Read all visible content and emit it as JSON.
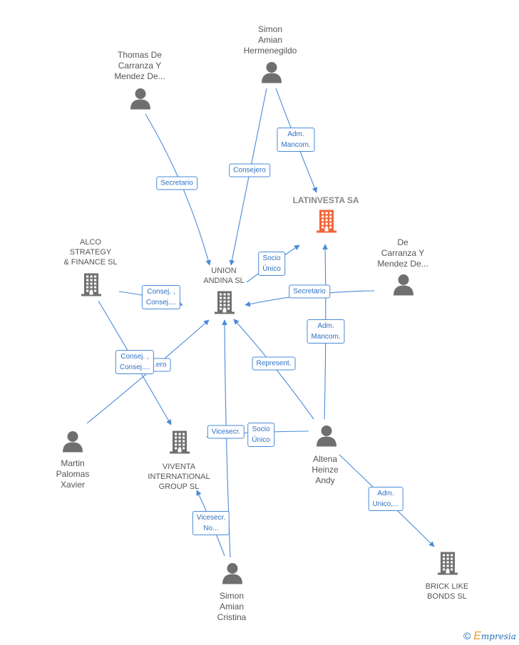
{
  "nodes": [
    {
      "id": "thomas",
      "type": "person",
      "label": "Thomas De\nCarranza Y\nMendez De..."
    },
    {
      "id": "simon_amian_h",
      "type": "person",
      "label": "Simon\nAmian\nHermenegildo"
    },
    {
      "id": "latinvesta",
      "type": "company",
      "highlight": true,
      "label": "LATINVESTA SA"
    },
    {
      "id": "alco",
      "type": "company",
      "label": "ALCO\nSTRATEGY\n& FINANCE SL"
    },
    {
      "id": "union_andina",
      "type": "company",
      "label": "UNION\nANDINA SL"
    },
    {
      "id": "de_carranza",
      "type": "person",
      "label": "De\nCarranza Y\nMendez De..."
    },
    {
      "id": "martin",
      "type": "person",
      "label": "Martin\nPalomas\nXavier"
    },
    {
      "id": "viventa",
      "type": "company",
      "label": "VIVENTA\nINTERNATIONAL\nGROUP  SL"
    },
    {
      "id": "altena",
      "type": "person",
      "label": "Altena\nHeinze\nAndy"
    },
    {
      "id": "simon_amian_c",
      "type": "person",
      "label": "Simon\nAmian\nCristina"
    },
    {
      "id": "brick_like",
      "type": "company",
      "label": "BRICK LIKE\nBONDS  SL"
    }
  ],
  "edges": [
    {
      "from": "thomas",
      "to": "union_andina",
      "label": "Secretario"
    },
    {
      "from": "simon_amian_h",
      "to": "union_andina",
      "label": "Consejero"
    },
    {
      "from": "simon_amian_h",
      "to": "latinvesta",
      "label": "Adm.\nMancom."
    },
    {
      "from": "union_andina",
      "to": "latinvesta",
      "label": "Socio\nÚnico"
    },
    {
      "from": "alco",
      "to": "union_andina",
      "label": "Consej. ,\nConsej...."
    },
    {
      "from": "de_carranza",
      "to": "union_andina",
      "label": "Secretario"
    },
    {
      "from": "altena",
      "to": "latinvesta",
      "label": "Adm.\nMancom."
    },
    {
      "from": "altena",
      "to": "union_andina",
      "label": "Represent."
    },
    {
      "from": "martin",
      "to": "union_andina",
      "label": "...ero"
    },
    {
      "from": "alco",
      "to": "viventa",
      "label": "Consej. ,\nConsej...."
    },
    {
      "from": "altena",
      "to": "viventa",
      "label": "Vicesecr."
    },
    {
      "from": "simon_amian_c",
      "to": "union_andina",
      "label": "Socio\nÚnico"
    },
    {
      "from": "simon_amian_c",
      "to": "viventa",
      "label": "Vicesecr.\nNo..."
    },
    {
      "from": "altena",
      "to": "brick_like",
      "label": "Adm.\nUnico,..."
    }
  ],
  "colors": {
    "edge": "#4a8ad8",
    "icon": "#6f6f6f",
    "highlight": "#f0653a"
  },
  "footer": {
    "copyright": "©",
    "brand_e": "E",
    "brand_rest": "mpresia"
  }
}
